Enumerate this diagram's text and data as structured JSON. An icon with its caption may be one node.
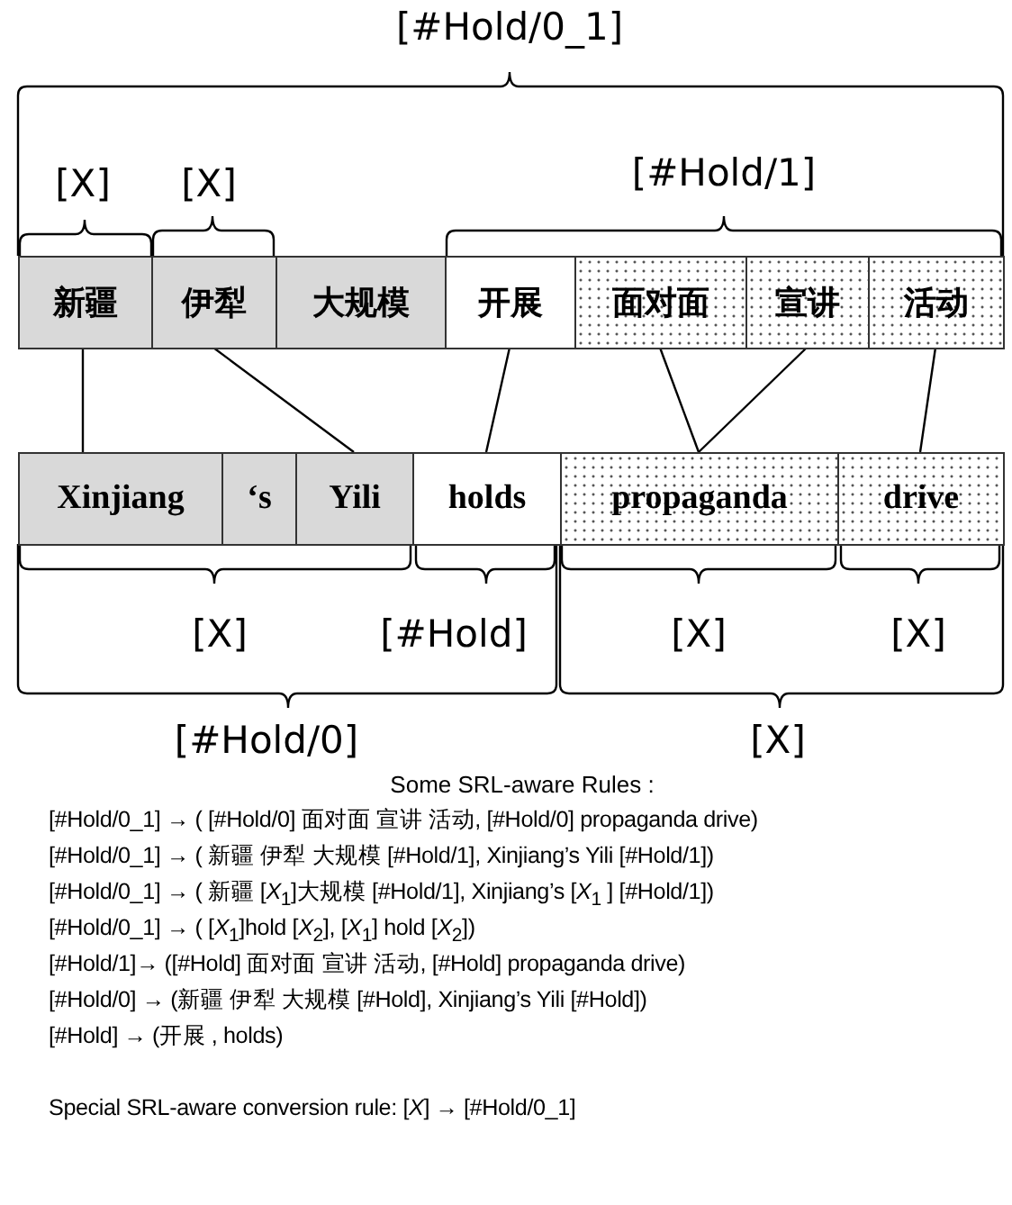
{
  "diagram": {
    "nodes": [
      {
        "text": [
          "新疆"
        ]
      },
      {
        "text": [
          "伊犁"
        ]
      },
      {
        "text": [
          "大规模"
        ]
      },
      {
        "text": [
          "开展"
        ]
      },
      {
        "text": [
          "面对面"
        ]
      },
      {
        "text": [
          "宣讲"
        ]
      },
      {
        "text": [
          "活动"
        ]
      },
      {
        "text": [
          "Xinjiang"
        ]
      },
      {
        "text": [
          "‘s"
        ]
      },
      {
        "text": [
          "Yili"
        ]
      },
      {
        "text": [
          "holds"
        ]
      },
      {
        "text": [
          "propaganda"
        ]
      },
      {
        "text": [
          "drive"
        ]
      }
    ],
    "edges": [
      {
        "from": 0,
        "to": 7,
        "arrow": "none"
      },
      {
        "from": 1,
        "to": 9,
        "arrow": "none"
      },
      {
        "from": 3,
        "to": 10,
        "arrow": "none"
      },
      {
        "from": 4,
        "to": 11,
        "arrow": "none"
      },
      {
        "from": 5,
        "to": 11,
        "arrow": "none"
      },
      {
        "from": 6,
        "to": 12,
        "arrow": "none"
      }
    ],
    "labels": [
      "[#Hold/0_1]",
      "[X]",
      "[X]",
      "[#Hold/1]",
      "[X]",
      "[#Hold]",
      "[X]",
      "[X]",
      "[#Hold/0]",
      "[X]",
      "Some SRL-aware Rules :",
      "[#Hold/0_1] → ( [#Hold/0] 面对面 宣讲 活动, [#Hold/0] propaganda drive)",
      "[#Hold/0_1] → ( 新疆 伊犁 大规模 [#Hold/1], Xinjiang’s Yili [#Hold/1])",
      "[#Hold/0_1] → ( 新疆 [*X*$_{1}$]大规模 [#Hold/1], Xinjiang’s [*X*$_{1}$ ] [#Hold/1])",
      "[#Hold/0_1] → ( [*X*$_{1}$]hold [*X*$_{2}$], [*X*$_{1}$] hold [*X*$_{2}$])",
      "[#Hold/1]→ ([#Hold] 面对面 宣讲 活动, [#Hold] propaganda drive)",
      "[#Hold/0] → (新疆 伊犁 大规模 [#Hold], Xinjiang’s Yili [#Hold])",
      "[#Hold] → (开展 , holds)",
      "Special SRL-aware conversion rule:  [*X*] → [#Hold/0_1]"
    ]
  }
}
